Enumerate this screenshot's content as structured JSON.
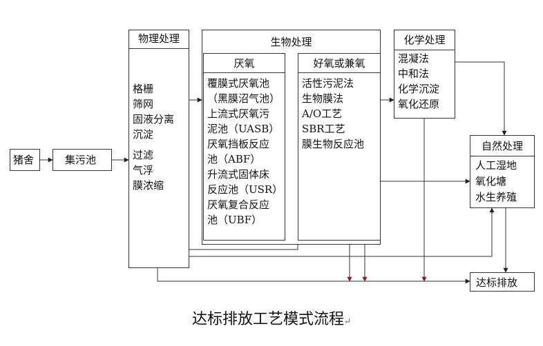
{
  "source": {
    "label": "猪舍"
  },
  "tank": {
    "label": "集污池"
  },
  "physical": {
    "title": "物理处理",
    "upper_items": [
      "格栅",
      "筛网",
      "固液分离",
      "沉淀"
    ],
    "lower_items": [
      "过滤",
      "气浮",
      "膜浓缩"
    ]
  },
  "biological": {
    "title": "生物处理",
    "anaerobic": {
      "title": "厌氧",
      "lines": [
        "覆膜式厌氧池",
        "（黑膜沼气池）",
        "上流式厌氧污",
        "泥池（UASB）",
        "厌氧挡板反应",
        "池（ABF）",
        "升流式固体床",
        "反应池（USR）",
        "厌氧复合反应",
        "池（UBF）"
      ]
    },
    "aerobic": {
      "title": "好氧或兼氧",
      "lines": [
        "活性污泥法",
        "生物膜法",
        "A/O工艺",
        "SBR工艺",
        "膜生物反应池"
      ]
    }
  },
  "chemical": {
    "title": "化学处理",
    "items": [
      "混凝法",
      "中和法",
      "化学沉淀",
      "氧化还原"
    ]
  },
  "natural": {
    "title": "自然处理",
    "items": [
      "人工湿地",
      "氧化塘",
      "水生养殖"
    ]
  },
  "discharge": {
    "label": "达标排放"
  },
  "caption": {
    "text": "达标排放工艺模式流程",
    "mark": "↵"
  },
  "colors": {
    "line": "#333333",
    "arrow_dark": "#222222",
    "arrow_red": "#8b1a1a"
  }
}
